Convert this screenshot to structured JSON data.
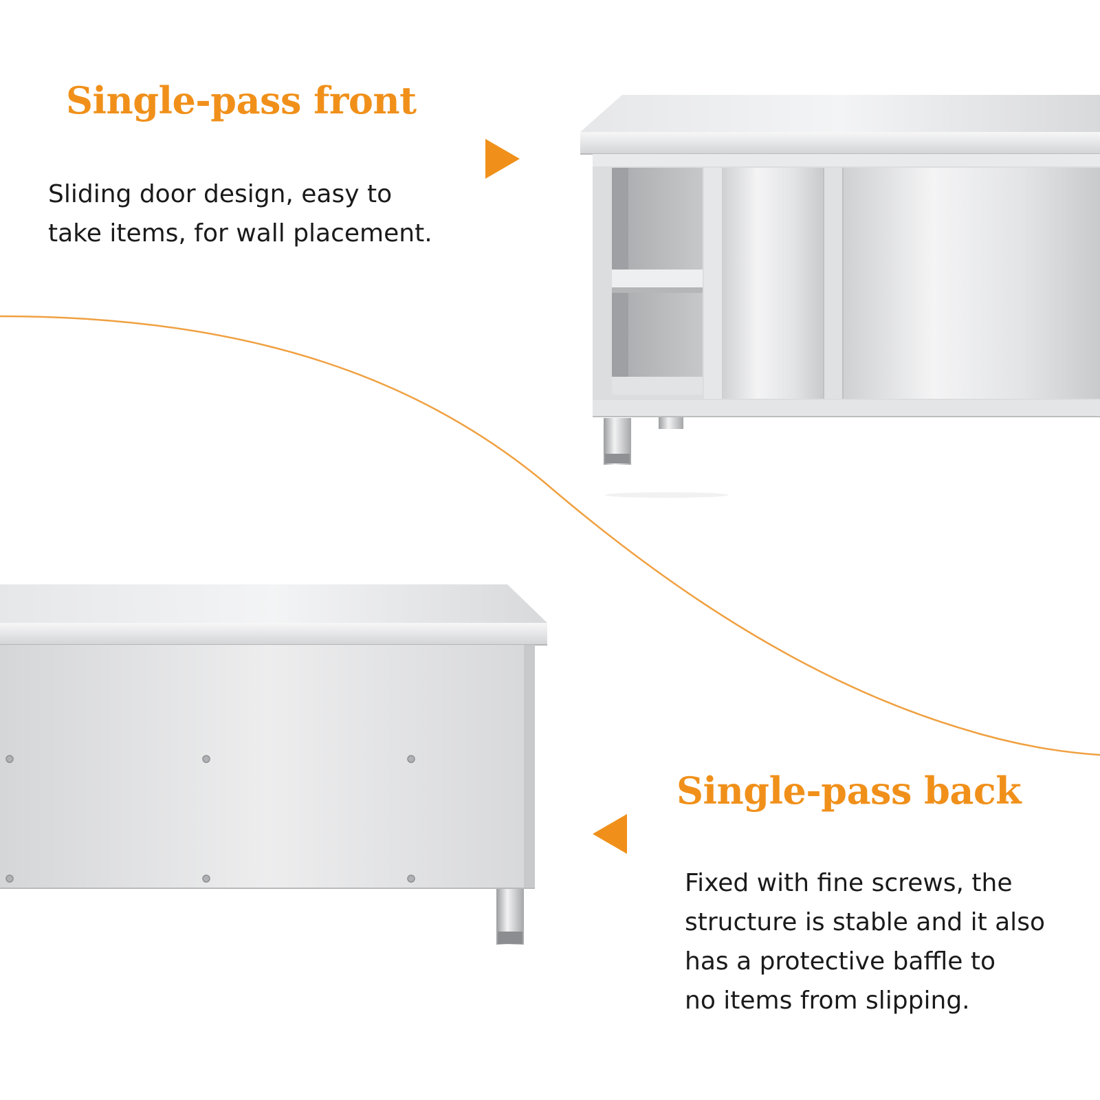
{
  "front": {
    "heading": "Single-pass front",
    "lines": [
      "Sliding door design, easy to",
      "take items, for wall placement."
    ]
  },
  "back": {
    "heading": "Single-pass back",
    "lines": [
      "Fixed with fine screws, the",
      "structure is stable and it also",
      "has a protective baffle to",
      "no items from slipping."
    ]
  },
  "colors": {
    "accent": "#f0901a",
    "text": "#1a1a1a",
    "steel": "#d9dadc"
  },
  "icons": {
    "front_arrow": "triangle-right-icon",
    "back_arrow": "triangle-left-icon"
  }
}
